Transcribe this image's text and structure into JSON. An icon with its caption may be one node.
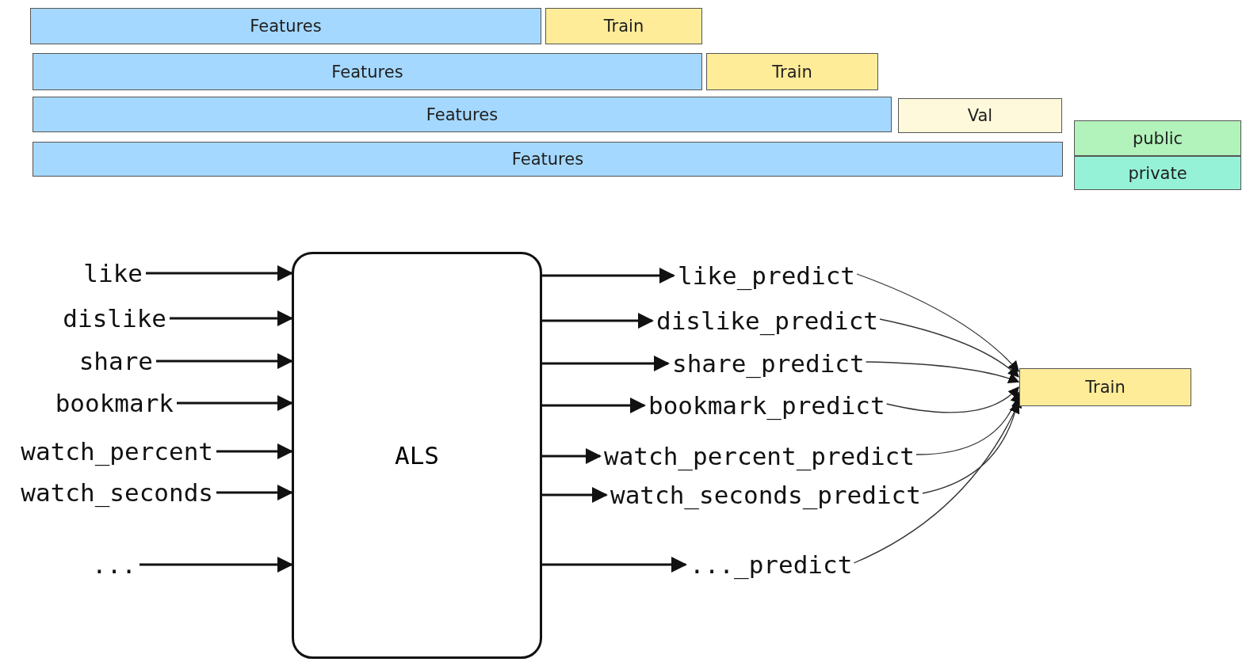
{
  "diagram": {
    "nodes": [
      {
        "text": [
          "Features"
        ]
      },
      {
        "text": [
          "Train"
        ]
      },
      {
        "text": [
          "Features"
        ]
      },
      {
        "text": [
          "Train"
        ]
      },
      {
        "text": [
          "Features"
        ]
      },
      {
        "text": [
          "Val"
        ]
      },
      {
        "text": [
          "public"
        ]
      },
      {
        "text": [
          "Features"
        ]
      },
      {
        "text": [
          "private"
        ]
      },
      {
        "text": [
          "like"
        ]
      },
      {
        "text": [
          "dislike"
        ]
      },
      {
        "text": [
          "share"
        ]
      },
      {
        "text": [
          "bookmark"
        ]
      },
      {
        "text": [
          "watch_percent"
        ]
      },
      {
        "text": [
          "watch_seconds"
        ]
      },
      {
        "text": [
          "..."
        ]
      },
      {
        "text": [
          "ALS"
        ]
      },
      {
        "text": [
          "like_predict"
        ]
      },
      {
        "text": [
          "dislike_predict"
        ]
      },
      {
        "text": [
          "share_predict"
        ]
      },
      {
        "text": [
          "bookmark_predict"
        ]
      },
      {
        "text": [
          "watch_percent_predict"
        ]
      },
      {
        "text": [
          "watch_seconds_predict"
        ]
      },
      {
        "text": [
          "..._predict"
        ]
      },
      {
        "text": [
          "Train"
        ]
      }
    ],
    "edges": [
      {
        "from": 9,
        "to": 16,
        "arrow": "to"
      },
      {
        "from": 10,
        "to": 16,
        "arrow": "to"
      },
      {
        "from": 11,
        "to": 16,
        "arrow": "to"
      },
      {
        "from": 12,
        "to": 16,
        "arrow": "to"
      },
      {
        "from": 13,
        "to": 16,
        "arrow": "to"
      },
      {
        "from": 14,
        "to": 16,
        "arrow": "to"
      },
      {
        "from": 15,
        "to": 16,
        "arrow": "to"
      },
      {
        "from": 16,
        "to": 17,
        "arrow": "to"
      },
      {
        "from": 16,
        "to": 18,
        "arrow": "to"
      },
      {
        "from": 16,
        "to": 19,
        "arrow": "to"
      },
      {
        "from": 16,
        "to": 20,
        "arrow": "to"
      },
      {
        "from": 16,
        "to": 21,
        "arrow": "to"
      },
      {
        "from": 16,
        "to": 22,
        "arrow": "to"
      },
      {
        "from": 16,
        "to": 23,
        "arrow": "to"
      },
      {
        "from": 17,
        "to": 24,
        "arrow": "to"
      },
      {
        "from": 18,
        "to": 24,
        "arrow": "to"
      },
      {
        "from": 19,
        "to": 24,
        "arrow": "to"
      },
      {
        "from": 20,
        "to": 24,
        "arrow": "to"
      },
      {
        "from": 21,
        "to": 24,
        "arrow": "to"
      },
      {
        "from": 22,
        "to": 24,
        "arrow": "to"
      },
      {
        "from": 23,
        "to": 24,
        "arrow": "to"
      }
    ]
  }
}
